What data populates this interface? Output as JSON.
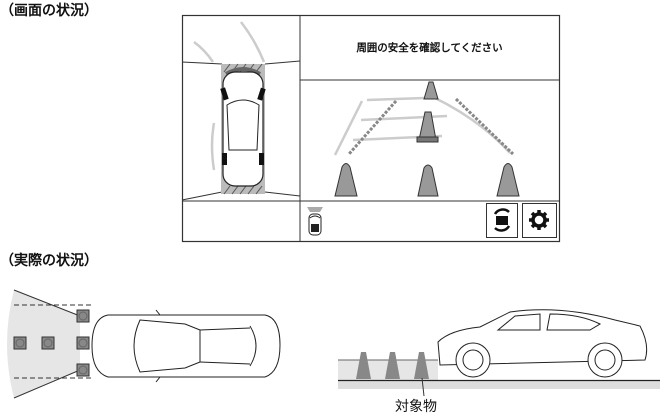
{
  "screen_section": {
    "heading": "（画面の状況）",
    "message": "周囲の安全を確認してください",
    "buttons": [
      {
        "icon": "camera-switch-icon"
      },
      {
        "icon": "gear-icon"
      }
    ],
    "status_icon": "vehicle-front-indicator-icon"
  },
  "actual_section": {
    "heading": "（実際の状況）",
    "object_label": "対象物"
  },
  "colors": {
    "cone_gray": "#808080",
    "guide_gray": "#c8c8c8",
    "area_gray": "#e6e6e6",
    "line": "#333333"
  }
}
